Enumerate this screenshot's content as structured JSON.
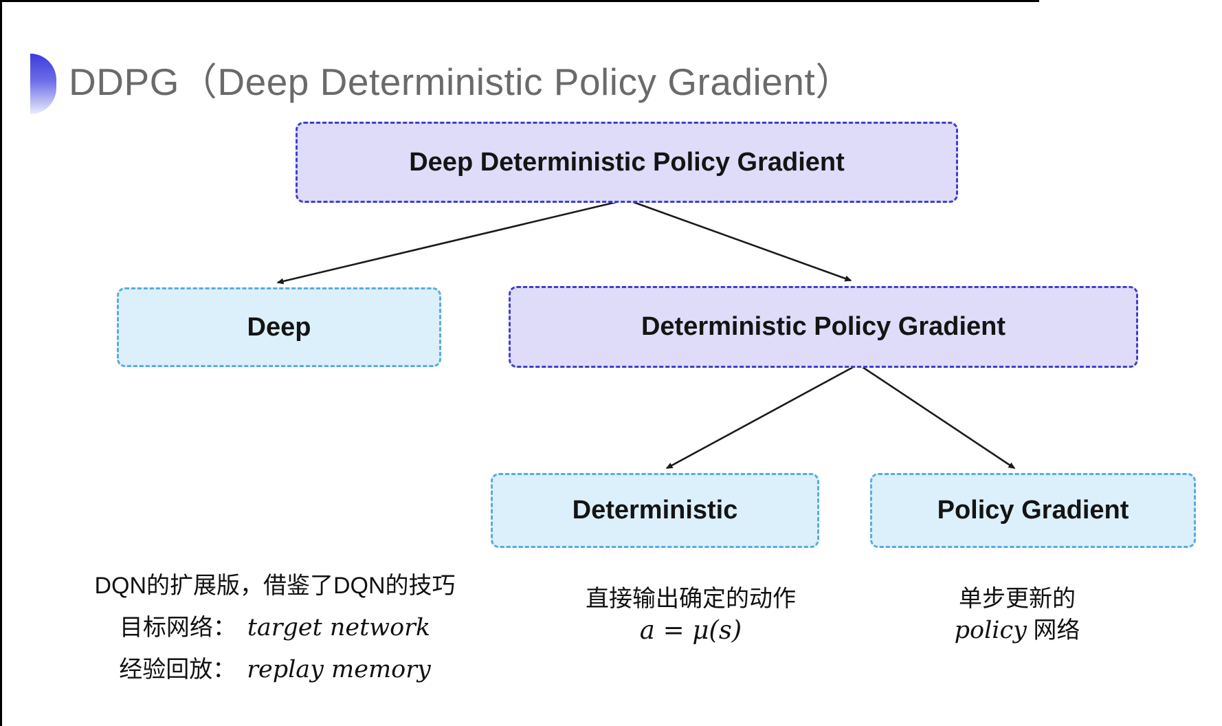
{
  "header": {
    "title": "DDPG（Deep Deterministic Policy Gradient）"
  },
  "diagram": {
    "nodes": [
      {
        "id": "root",
        "label": "Deep Deterministic Policy Gradient",
        "variant": "purple"
      },
      {
        "id": "deep",
        "label": "Deep",
        "variant": "cyan"
      },
      {
        "id": "dpg",
        "label": "Deterministic Policy Gradient",
        "variant": "purple"
      },
      {
        "id": "deterministic",
        "label": "Deterministic",
        "variant": "cyan"
      },
      {
        "id": "policy-gradient",
        "label": "Policy Gradient",
        "variant": "cyan"
      }
    ],
    "edges": [
      {
        "from": "root",
        "to": "deep"
      },
      {
        "from": "root",
        "to": "dpg"
      },
      {
        "from": "dpg",
        "to": "deterministic"
      },
      {
        "from": "dpg",
        "to": "policy-gradient"
      }
    ]
  },
  "notes": {
    "deep_note": {
      "line1": "DQN的扩展版，借鉴了DQN的技巧",
      "line2_label": "目标网络：",
      "line2_term": "target network",
      "line3_label": "经验回放：",
      "line3_term": "replay memory"
    },
    "deterministic_note": {
      "line1": "直接输出确定的动作",
      "formula": "a = μ(s)"
    },
    "policy_gradient_note": {
      "line1": "单步更新的",
      "line2_term": "policy",
      "line2_suffix": " 网络"
    }
  },
  "colors": {
    "title_text": "#6a6a6a",
    "node_text": "#141414",
    "purple_fill": "#dedcf8",
    "purple_border": "#3e3ecf",
    "cyan_fill": "#dcf0fb",
    "cyan_border": "#58abdf",
    "arrow": "#1a1a1a",
    "note_text": "#111111",
    "icon_top": "#3c3cdb",
    "icon_bottom": "#e9edfc",
    "frame_line": "#000000"
  }
}
